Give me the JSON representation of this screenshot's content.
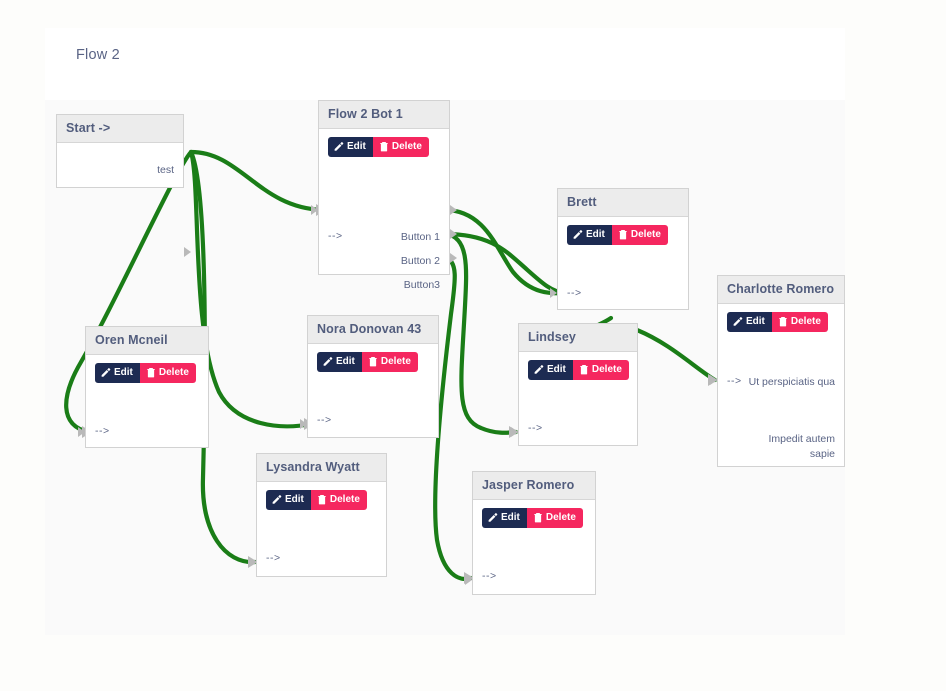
{
  "header": {
    "title": "Flow 2"
  },
  "canvas": {
    "edge_color": "#1a7d17",
    "node_header_bg": "#ececec",
    "accent_edit": "#1d2b52",
    "accent_delete": "#f5275f"
  },
  "buttons": {
    "edit_label": "Edit",
    "delete_label": "Delete",
    "edit_icon": "pencil-square-icon",
    "delete_icon": "trash-icon"
  },
  "nodes": [
    {
      "id": "start",
      "title": "Start ->",
      "has_actions": false,
      "inputs": [],
      "outputs": [
        "test"
      ]
    },
    {
      "id": "flow-2-bot-1",
      "title": "Flow 2 Bot 1",
      "has_actions": true,
      "inputs": [
        "-->"
      ],
      "outputs": [
        "Button 1",
        "Button 2",
        "Button3"
      ]
    },
    {
      "id": "brett",
      "title": "Brett",
      "has_actions": true,
      "inputs": [
        "-->"
      ],
      "outputs": []
    },
    {
      "id": "charlotte-romero",
      "title": "Charlotte Romero",
      "has_actions": true,
      "inputs": [
        "-->"
      ],
      "outputs": [
        "Ut perspiciatis qua",
        "Impedit autem sapie"
      ]
    },
    {
      "id": "oren-mcneil",
      "title": "Oren Mcneil",
      "has_actions": true,
      "inputs": [
        "-->"
      ],
      "outputs": []
    },
    {
      "id": "nora-donovan-43",
      "title": "Nora Donovan 43",
      "has_actions": true,
      "inputs": [
        "-->"
      ],
      "outputs": []
    },
    {
      "id": "lindsey",
      "title": "Lindsey",
      "has_actions": true,
      "inputs": [
        "-->"
      ],
      "outputs": []
    },
    {
      "id": "lysandra-wyatt",
      "title": "Lysandra Wyatt",
      "has_actions": true,
      "inputs": [
        "-->"
      ],
      "outputs": []
    },
    {
      "id": "jasper-romero",
      "title": "Jasper Romero",
      "has_actions": true,
      "inputs": [
        "-->"
      ],
      "outputs": []
    }
  ],
  "node_text": {
    "start_title": "Start ->",
    "start_out_test": "test",
    "bot_title": "Flow 2 Bot 1",
    "bot_in": "-->",
    "bot_out_1": "Button 1",
    "bot_out_2": "Button 2",
    "bot_out_3": "Button3",
    "brett_title": "Brett",
    "brett_in": "-->",
    "charlotte_title": "Charlotte Romero",
    "charlotte_in": "-->",
    "charlotte_out_1": "Ut perspiciatis qua",
    "charlotte_out_2": "Impedit autem sapie",
    "oren_title": "Oren Mcneil",
    "oren_in": "-->",
    "nora_title": "Nora Donovan 43",
    "nora_in": "-->",
    "lindsey_title": "Lindsey",
    "lindsey_in": "-->",
    "lysandra_title": "Lysandra Wyatt",
    "lysandra_in": "-->",
    "jasper_title": "Jasper Romero",
    "jasper_in": "-->"
  },
  "edges": [
    {
      "from": "start.test",
      "to": "flow-2-bot-1.in"
    },
    {
      "from": "start.test",
      "to": "oren-mcneil.in"
    },
    {
      "from": "start.test",
      "to": "nora-donovan-43.in"
    },
    {
      "from": "start.test",
      "to": "lysandra-wyatt.in"
    },
    {
      "from": "flow-2-bot-1.Button 1",
      "to": "brett.in"
    },
    {
      "from": "flow-2-bot-1.Button 2",
      "to": "brett.in"
    },
    {
      "from": "flow-2-bot-1.Button 2",
      "to": "lindsey.in"
    },
    {
      "from": "flow-2-bot-1.Button3",
      "to": "jasper-romero.in"
    },
    {
      "from": "brett.out",
      "to": "lindsey.in"
    },
    {
      "from": "lindsey.out",
      "to": "charlotte-romero.in"
    }
  ]
}
